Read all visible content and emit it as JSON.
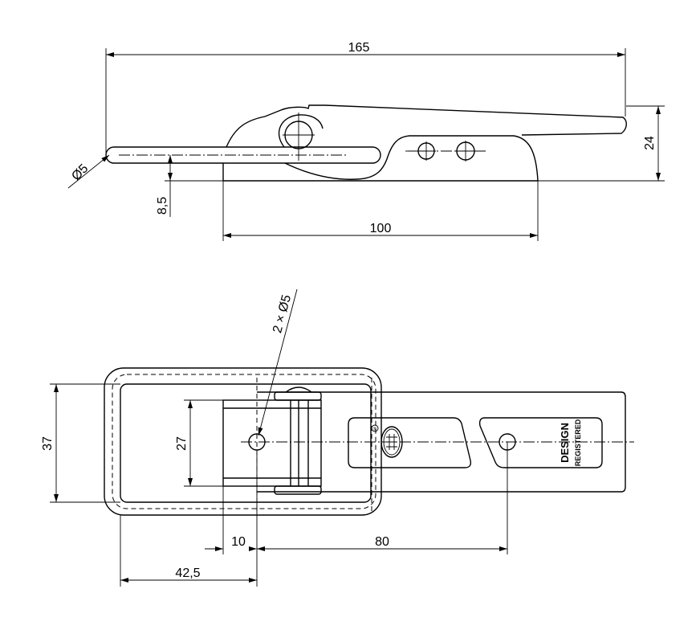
{
  "top_view": {
    "dim_overall_length": "165",
    "dim_height": "24",
    "dim_rod_diameter": "Ø5",
    "dim_rod_height": "8,5",
    "dim_base_length": "100"
  },
  "plan_view": {
    "dim_holes": "2 × Ø5",
    "dim_keeper_width": "37",
    "dim_hinge_width": "27",
    "dim_hole_offset": "10",
    "dim_hole_spacing": "80",
    "dim_keeper_offset": "42,5",
    "stamp_line1": "DESIGN",
    "stamp_line2": "REGISTERED",
    "registered_mark": "®"
  }
}
